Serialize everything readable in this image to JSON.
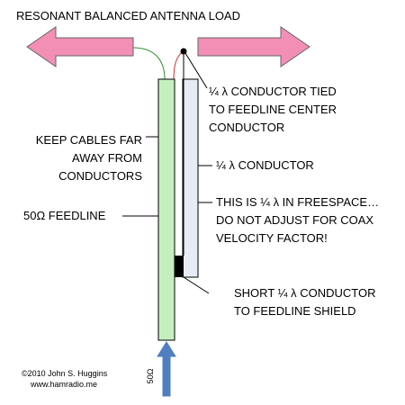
{
  "diagram": {
    "title": "RESONANT BALANCED ANTENNA LOAD",
    "labels": {
      "tied_line1": "¼ λ CONDUCTOR TIED",
      "tied_line2": "TO FEEDLINE CENTER",
      "tied_line3": "CONDUCTOR",
      "quarter_conductor": "¼ λ CONDUCTOR",
      "keep_line1": "KEEP CABLES FAR",
      "keep_line2": "AWAY FROM",
      "keep_line3": "CONDUCTORS",
      "feedline": "50Ω FEEDLINE",
      "freespace_line1": "THIS IS ¼ λ IN FREESPACE…",
      "freespace_line2": "DO NOT ADJUST FOR COAX",
      "freespace_line3": "VELOCITY FACTOR!",
      "short_line1": "SHORT ¼ λ CONDUCTOR",
      "short_line2": "TO FEEDLINE SHIELD",
      "input_impedance": "50Ω"
    },
    "credit": {
      "line1": "©2010 John S. Huggins",
      "line2": "www.hamradio.me"
    },
    "colors": {
      "arrow_pink": "#f38fb5",
      "arrow_outline": "#666666",
      "feedline_green": "#c6efc0",
      "conductor_fill": "#e7ebf5",
      "input_arrow_blue": "#4f7fc0",
      "wire_green": "#2e8b2e",
      "wire_red": "#d03030"
    }
  }
}
